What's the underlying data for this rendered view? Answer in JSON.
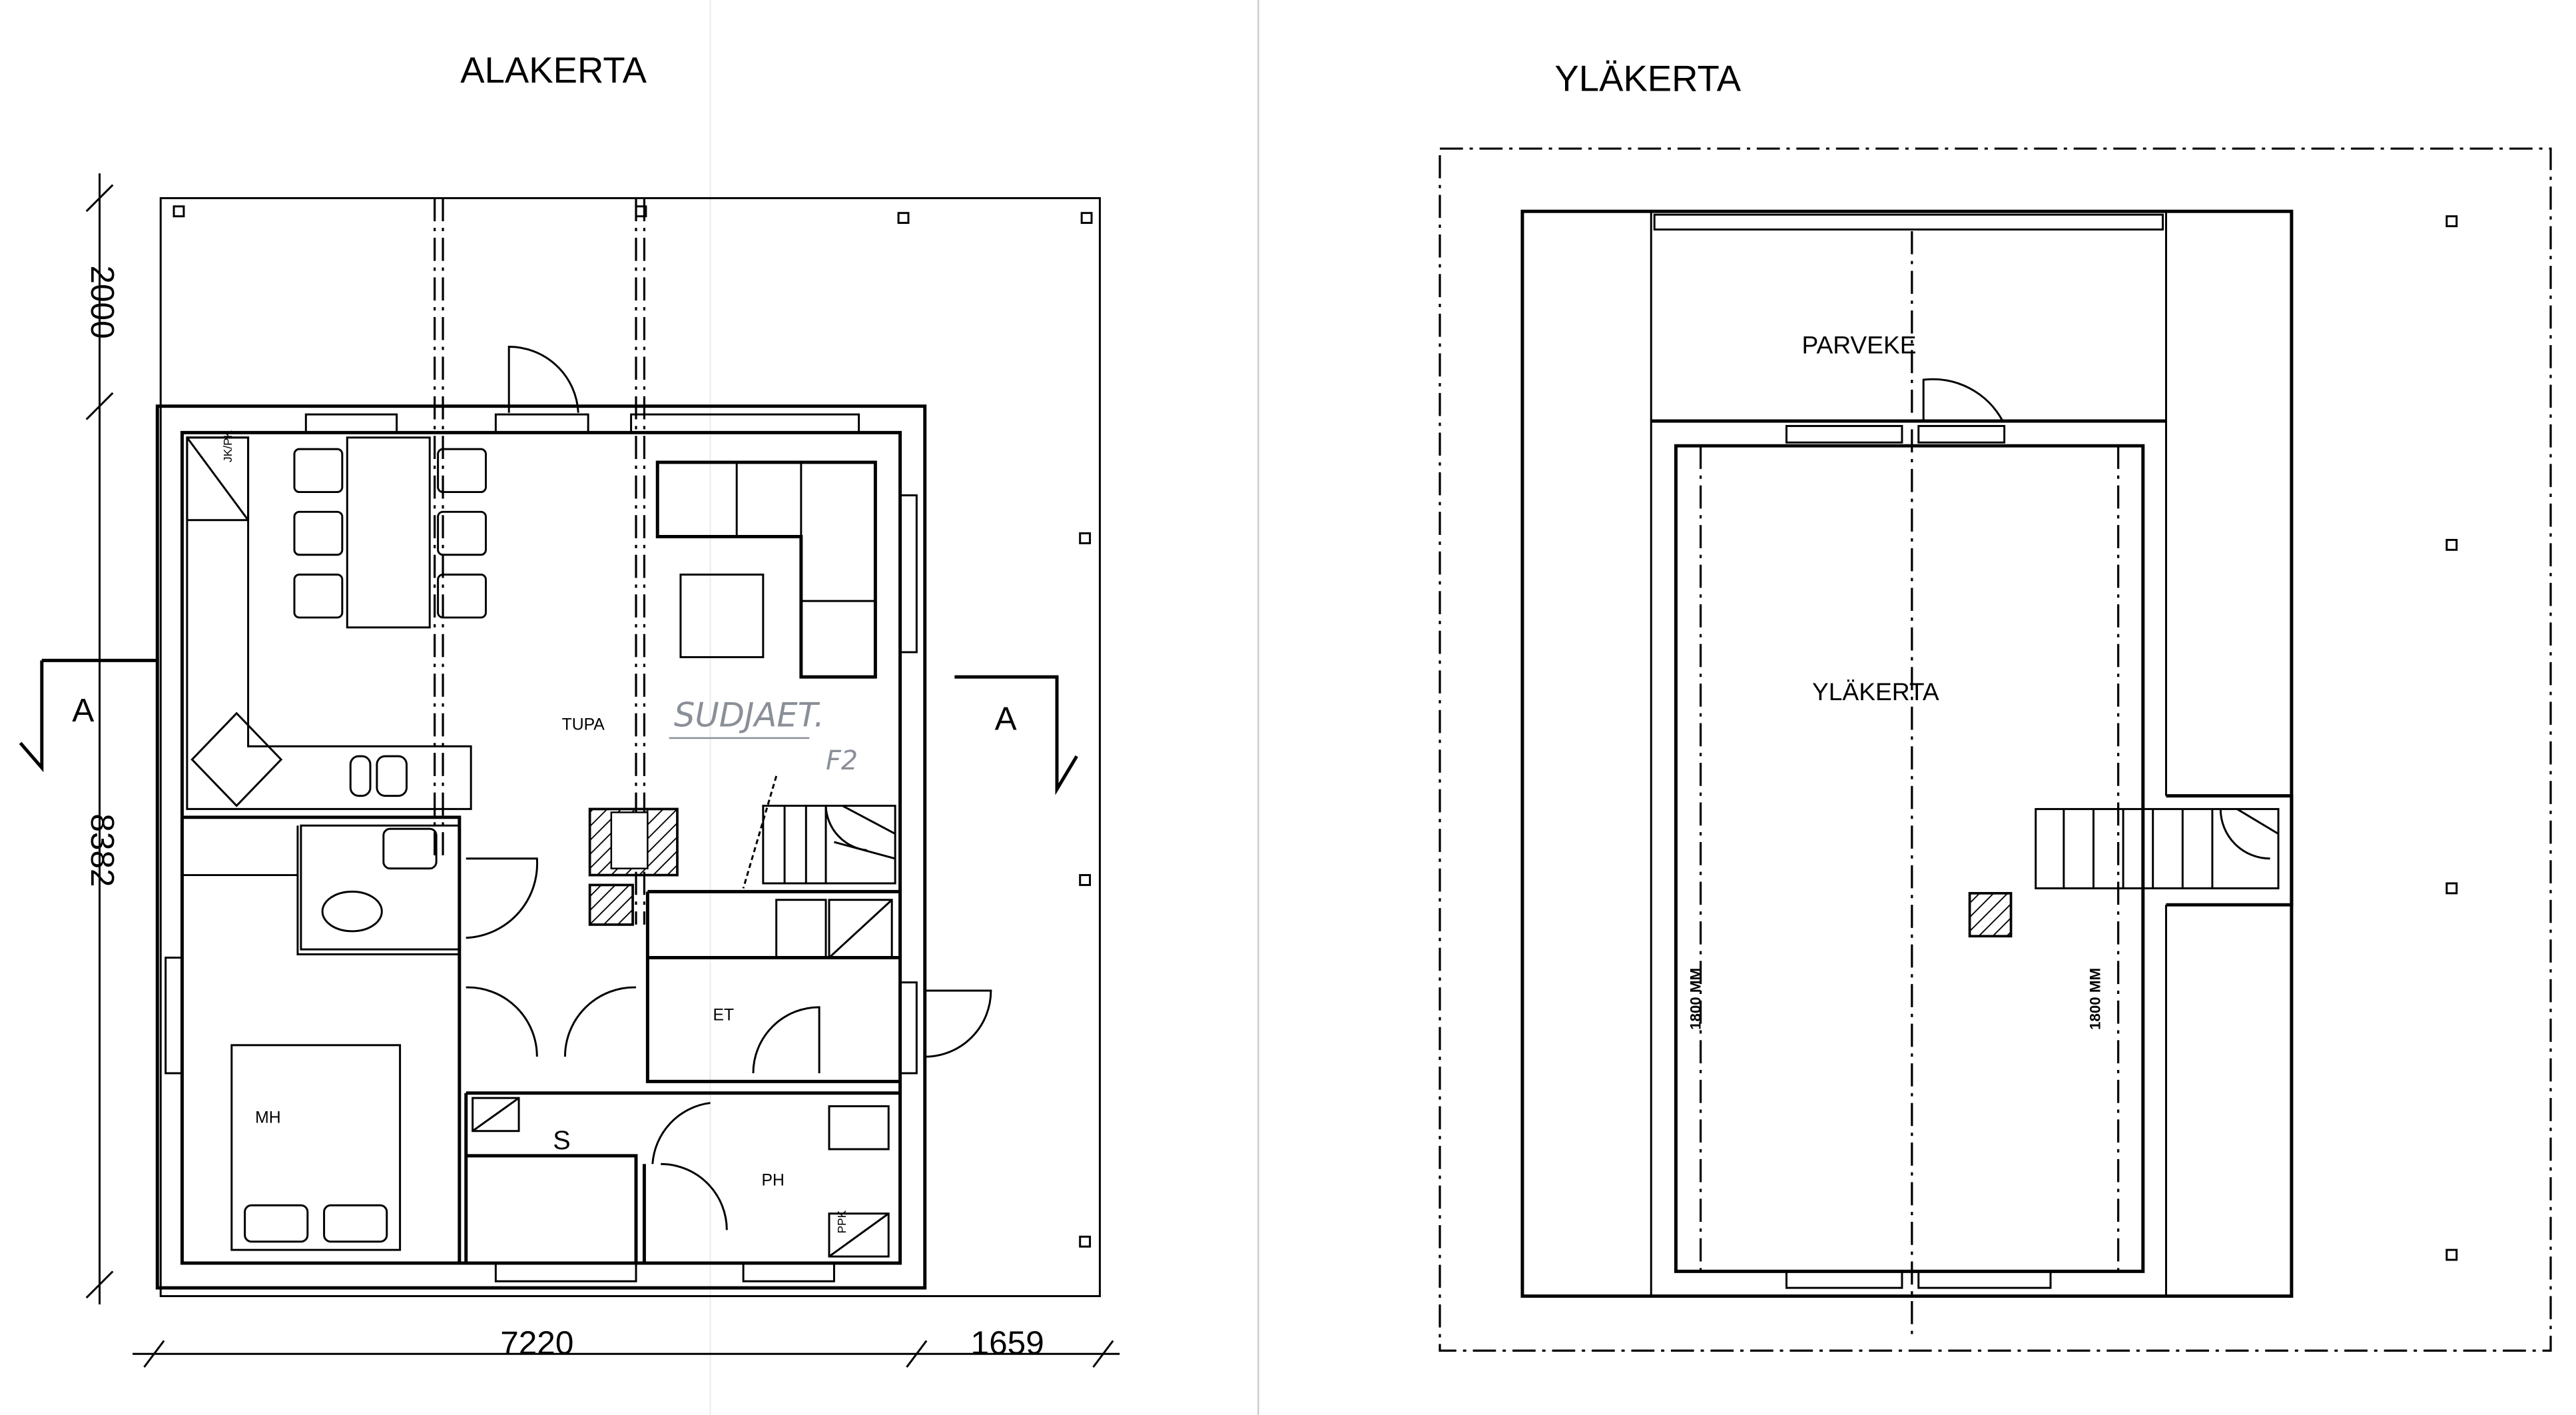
{
  "ground_floor": {
    "title": "ALAKERTA",
    "rooms": {
      "living": "TUPA",
      "bedroom": "MH",
      "sauna": "S",
      "washroom": "PH",
      "hall": "ET"
    },
    "appliance_labels": {
      "kitchen_fridge": "JK/PK",
      "dryer": "PPK"
    },
    "dimensions": {
      "roof_overhang": "2000",
      "depth": "8382",
      "width": "7220",
      "extension": "1659"
    },
    "section_marker": "A",
    "handwritten": {
      "note": "SUDJAET.",
      "ref": "F2"
    }
  },
  "upper_floor": {
    "title": "YLÄKERTA",
    "rooms": {
      "balcony": "PARVEKE",
      "loft": "YLÄKERTA"
    },
    "height_notes": [
      "1800 MM",
      "1800 MM"
    ]
  },
  "colors": {
    "ink": "#000000",
    "pencil": "#8a8f98"
  }
}
